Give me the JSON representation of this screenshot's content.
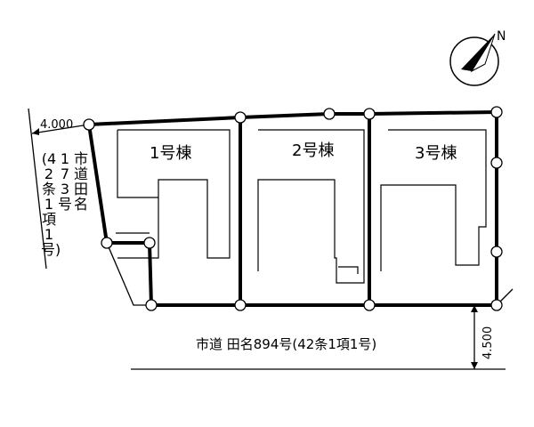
{
  "buildings": [
    {
      "label": "1号棟"
    },
    {
      "label": "2号棟"
    },
    {
      "label": "3号棟"
    }
  ],
  "compass": {
    "north_label": "N"
  },
  "road_bottom": {
    "label": "市道 田名894号(42条1項1号)",
    "width_label": "4.500"
  },
  "road_left": {
    "width_label": "4.000",
    "line1": "市道 田名",
    "line2": "173号",
    "paren": "(42条1項1号)"
  }
}
